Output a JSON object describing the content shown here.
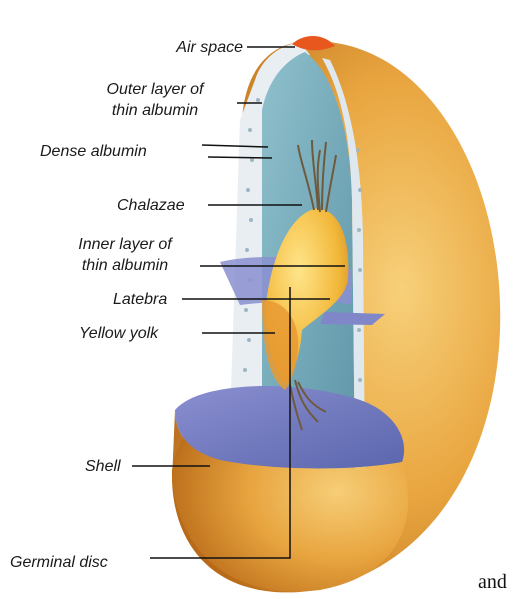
{
  "labels": {
    "air_space": "Air space",
    "outer_thin_albumin_1": "Outer layer of",
    "outer_thin_albumin_2": "thin albumin",
    "dense_albumin": "Dense albumin",
    "chalazae": "Chalazae",
    "inner_thin_albumin_1": "Inner layer of",
    "inner_thin_albumin_2": "thin albumin",
    "latebra": "Latebra",
    "yellow_yolk": "Yellow yolk",
    "shell": "Shell",
    "germinal_disc": "Germinal disc"
  },
  "page_fragment": "and",
  "colors": {
    "shell": "#e9a640",
    "shell_dark": "#c6761d",
    "albumin": "#6ea7b8",
    "albumin_light": "#8fc0cc",
    "membrane": "#e8eef2",
    "yolk": "#f2b83a",
    "chalaza": "#6e5a3e",
    "air_space": "#e8581e",
    "cut_face": "#7f87c8"
  }
}
